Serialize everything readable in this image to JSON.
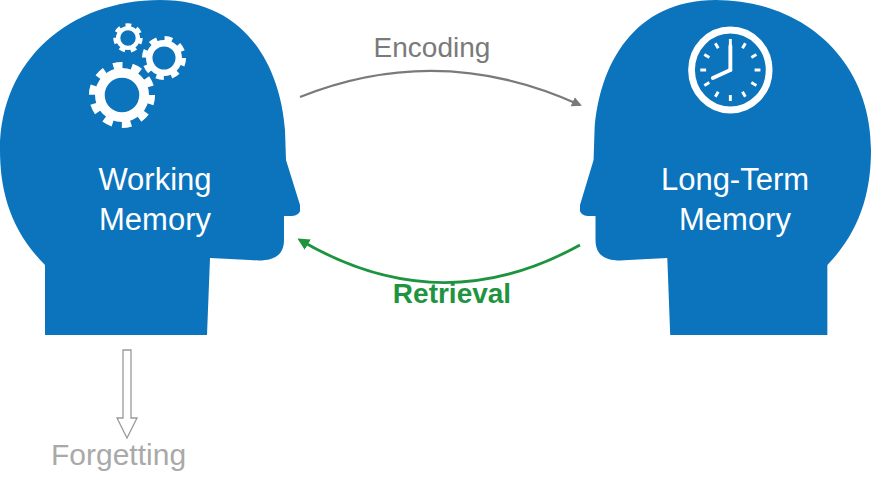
{
  "diagram": {
    "nodes": [
      {
        "text": [
          "Working Memory"
        ]
      },
      {
        "text": [
          "Long-Term Memory"
        ]
      }
    ],
    "edges": [
      {
        "from": 0,
        "to": 1,
        "label": "Encoding",
        "arrow": "to"
      },
      {
        "from": 1,
        "to": 0,
        "label": "Retrieval",
        "arrow": "to"
      }
    ],
    "labels": [
      "Forgetting"
    ]
  }
}
